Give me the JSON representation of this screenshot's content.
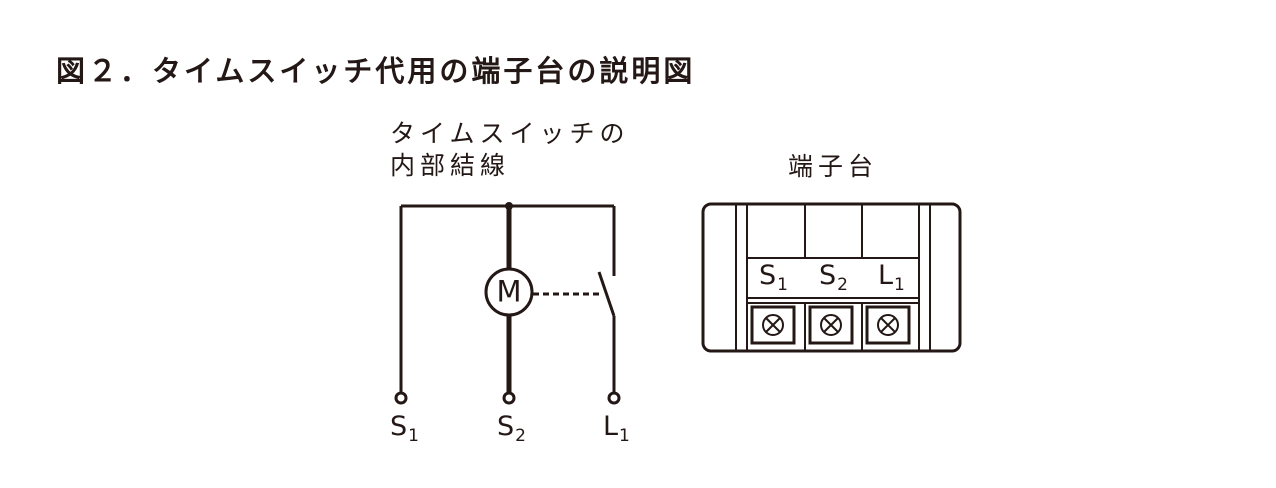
{
  "title": "図２．タイムスイッチ代用の端子台の説明図",
  "switch_caption": {
    "line1": "タイムスイッチの",
    "line2": "内部結線"
  },
  "motor_label": "M",
  "terminals_wiring": [
    {
      "main": "S",
      "sub": "1"
    },
    {
      "main": "S",
      "sub": "2"
    },
    {
      "main": "L",
      "sub": "1"
    }
  ],
  "block_caption": "端子台",
  "terminals_block": [
    {
      "main": "S",
      "sub": "1"
    },
    {
      "main": "S",
      "sub": "2"
    },
    {
      "main": "L",
      "sub": "1"
    }
  ],
  "colors": {
    "line": "#231815",
    "background": "#ffffff"
  }
}
